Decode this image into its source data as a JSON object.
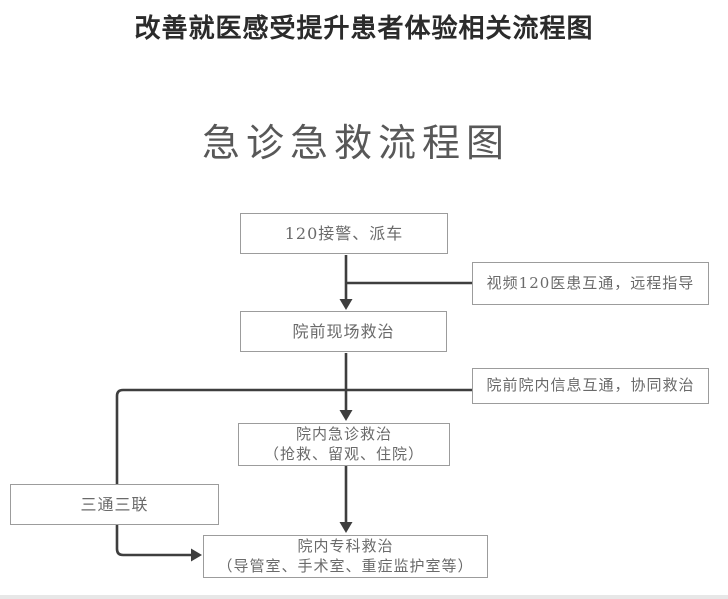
{
  "page": {
    "title": "改善就医感受提升患者体验相关流程图"
  },
  "flowchart": {
    "title": "急诊急救流程图",
    "nodes": {
      "dispatch": {
        "label": "120接警、派车"
      },
      "video": {
        "label": "视频120医患互通，远程指导"
      },
      "prehospital": {
        "label": "院前现场救治"
      },
      "info": {
        "label": "院前院内信息互通，协同救治"
      },
      "emergency": {
        "line1": "院内急诊救治",
        "line2": "（抢救、留观、住院）"
      },
      "santong": {
        "label": "三通三联"
      },
      "specialist": {
        "line1": "院内专科救治",
        "line2": "（导管室、手术室、重症监护室等）"
      }
    },
    "edges": [
      {
        "from": "dispatch",
        "to": "prehospital",
        "type": "arrow-down"
      },
      {
        "from": "video",
        "to": "dispatch-prehospital-connector",
        "type": "branch-line"
      },
      {
        "from": "prehospital",
        "to": "emergency",
        "type": "arrow-down"
      },
      {
        "from": "info",
        "to": "prehospital-emergency-connector",
        "type": "branch-line"
      },
      {
        "from": "info-branch",
        "through": "santong",
        "to": "specialist",
        "type": "arrow-right"
      },
      {
        "from": "emergency",
        "to": "specialist",
        "type": "arrow-down"
      }
    ],
    "colors": {
      "line": "#3e3e3e",
      "box_border": "#9c9c9c",
      "box_text": "#6a6a6a",
      "chart_title_text": "#585858",
      "page_title_text": "#2b2b2b"
    }
  }
}
